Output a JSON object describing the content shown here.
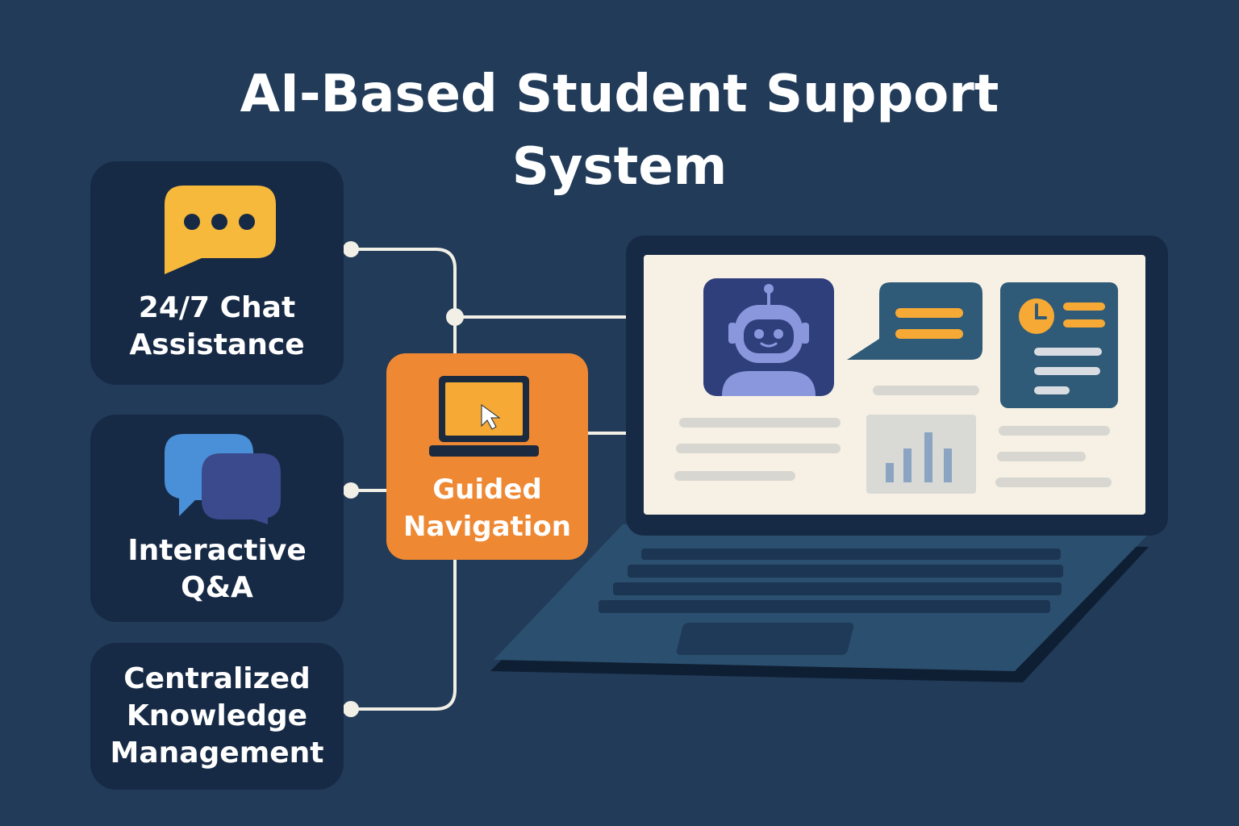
{
  "title": {
    "line1": "AI-Based Student Support",
    "line2": "System"
  },
  "features": {
    "chat": {
      "line1": "24/7 Chat",
      "line2": "Assistance",
      "icon": "chat-bubble-icon"
    },
    "qa": {
      "line1": "Interactive",
      "line2": "Q&A",
      "icon": "speech-bubbles-icon"
    },
    "knowledge": {
      "line1": "Centralized",
      "line2": "Knowledge",
      "line3": "Management"
    }
  },
  "guided": {
    "line1": "Guided",
    "line2": "Navigation",
    "icon": "laptop-cursor-icon"
  },
  "illustration": {
    "icons": [
      "robot-icon",
      "message-bubble-icon",
      "clock-icon",
      "bar-chart-icon"
    ]
  },
  "colors": {
    "background": "#213b59",
    "card": "#172a45",
    "accent_orange": "#ee8833",
    "accent_yellow": "#f6b93b",
    "connector": "#f2efe6",
    "screen": "#f6f1e4"
  }
}
